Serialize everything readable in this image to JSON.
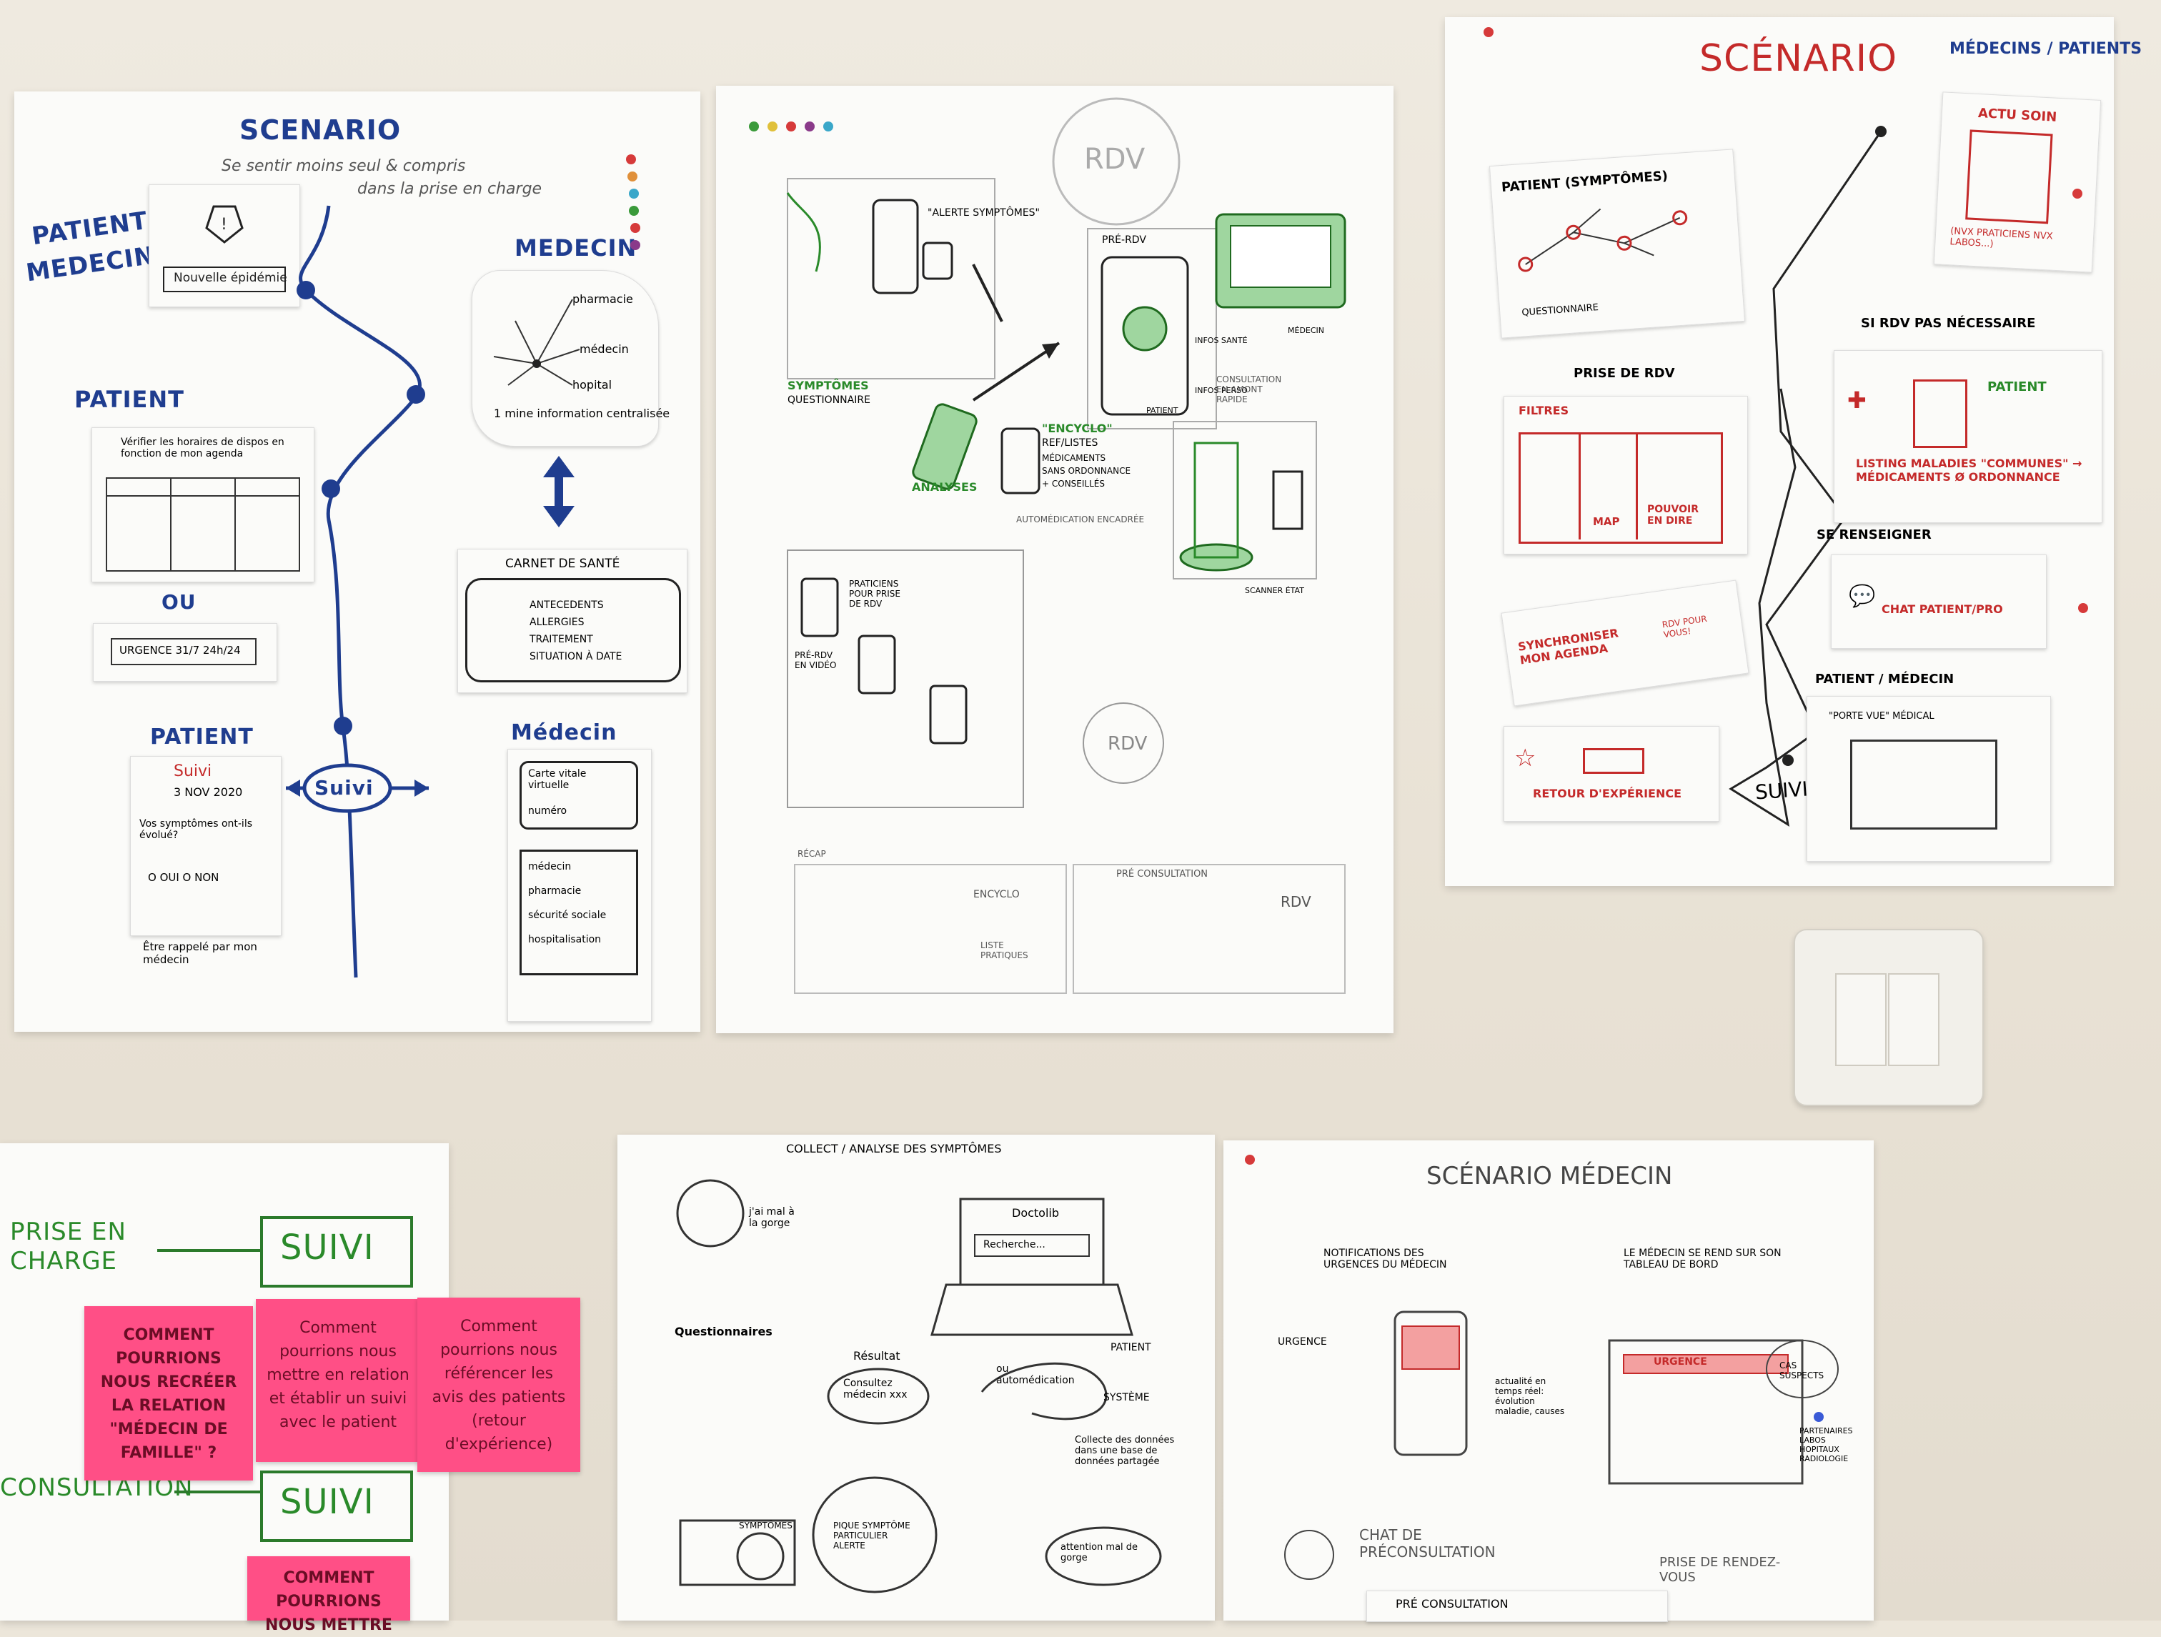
{
  "sheet1": {
    "title": "SCENARIO",
    "subtitle": "Se sentir moins seul & compris",
    "subtitle2": "dans la prise en charge",
    "patient_medecin_1": "PATIENT",
    "patient_medecin_2": "MEDECIN",
    "notif": "Nouvelle épidémie",
    "medecin_top": "MEDECIN",
    "mind": [
      "pharmacie",
      "médecin",
      "hopital"
    ],
    "mind_caption": "1 mine information centralisée",
    "patient_label": "PATIENT",
    "patient_note": "Vérifier les horaires de dispos en fonction de mon agenda",
    "ou": "OU",
    "urgence": "URGENCE 31/7 24h/24",
    "carnet": "CARNET DE SANTÉ",
    "carnet_items": [
      "ANTECEDENTS",
      "ALLERGIES",
      "TRAITEMENT",
      "SITUATION À DATE"
    ],
    "patient_suivi": "PATIENT",
    "suivi_word": "Suivi",
    "suivi_date": "3 NOV 2020",
    "suivi_q": "Vos symptômes ont-ils évolué?",
    "suivi_opts": "O OUI  O NON",
    "suivi_caption": "Être rappelé par mon médecin",
    "suivi_center": "Suivi",
    "medecin_bottom": "Médecin",
    "card_label": "Carte vitale virtuelle",
    "card_num": "numéro",
    "list_items": [
      "médecin",
      "pharmacie",
      "sécurité sociale",
      "hospitalisation"
    ]
  },
  "sheet2": {
    "rdv": "RDV",
    "alerte": "\"ALERTE SYMPTÔMES\"",
    "symptomes": "SYMPTÔMES",
    "questionnaire": "QUESTIONNAIRE",
    "analyses": "ANALYSES",
    "encyclo": "\"ENCYCLO\"",
    "ref": "REF/LISTES",
    "ref_items": [
      "MÉDICAMENTS",
      "SANS ORDONNANCE",
      "+ CONSEILLÉS"
    ],
    "automedication": "AUTOMÉDICATION ENCADRÉE",
    "pre_rdv": "PRÉ-RDV",
    "infos_sante": "INFOS SANTÉ",
    "infos_perso": "INFOS PERSO",
    "patient": "PATIENT",
    "medecin": "MÉDECIN",
    "consultation": "CONSULTATION EN AMONT RAPIDE",
    "praticiens": "PRATICIENS POUR PRISE DE RDV",
    "pre_rdv_video": "PRÉ-RDV EN VIDÉO",
    "rdv_circle": "RDV",
    "scanner": "SCANNER ÉTAT",
    "recap": "RÉCAP",
    "encyclo_b": "ENCYCLO",
    "liste_pratiques": "LISTE PRATIQUES",
    "pre_consult": "PRÉ CONSULTATION",
    "rdv_b": "RDV"
  },
  "sheet3": {
    "title": "SCÉNARIO",
    "subtitle": "MÉDECINS / PATIENTS",
    "actu": "ACTU SOIN",
    "actu_note": "(NVX PRATICIENS NVX LABOS...)",
    "patient_symptomes": "PATIENT (SYMPTÔMES)",
    "questionnaire": "QUESTIONNAIRE",
    "si_rdv": "SI RDV PAS NÉCESSAIRE",
    "patient": "PATIENT",
    "listing": "LISTING MALADIES \"COMMUNES\" → MÉDICAMENTS Ø ORDONNANCE",
    "prise_rdv": "PRISE DE RDV",
    "filtres": "FILTRES",
    "map": "MAP",
    "pouvoir": "POUVOIR EN DIRE",
    "se_renseigner": "SE RENSEIGNER",
    "chat": "CHAT PATIENT/PRO",
    "synchro": "SYNCHRONISER MON AGENDA",
    "rdv_pour_vous": "RDV POUR VOUS!",
    "patient_medecin": "PATIENT / MÉDECIN",
    "porte_vue": "\"PORTE VUE\" MÉDICAL",
    "retour": "RETOUR D'EXPÉRIENCE",
    "suivi": "SUIVI"
  },
  "sheet4": {
    "prise_en_charge": "PRISE EN CHARGE",
    "suivi1": "SUIVI",
    "consultation": "CONSULTATION",
    "suivi2": "SUIVI",
    "pink1": "COMMENT POURRIONS NOUS RECRÉER LA RELATION \"MÉDECIN DE FAMILLE\" ?",
    "pink2": "Comment pourrions nous mettre en relation et établir un suivi avec le patient",
    "pink3": "Comment pourrions nous référencer les avis des patients (retour d'expérience)",
    "pink4": "COMMENT POURRIONS NOUS METTRE"
  },
  "sheet5": {
    "title": "COLLECT / ANALYSE DES SYMPTÔMES",
    "bubble": "j'ai mal à la gorge",
    "doctolib": "Doctolib",
    "search": "Recherche...",
    "questionnaires": "Questionnaires",
    "resultat": "Résultat",
    "consultez": "Consultez médecin xxx",
    "auto": "ou automédication",
    "patient": "PATIENT",
    "systeme": "SYSTÈME",
    "collecte": "Collecte des données dans une base de données partagée",
    "symptomes": "SYMPTÔMES",
    "pique": "PIQUE SYMPTÔME PARTICULIER ALERTE",
    "attention": "attention mal de gorge"
  },
  "sheet6": {
    "title": "SCÉNARIO MÉDECIN",
    "step1": "NOTIFICATIONS DES URGENCES DU MÉDECIN",
    "step2": "LE MÉDECIN SE REND SUR SON TABLEAU DE BORD",
    "urgence": "URGENCE",
    "actualite": "actualité en temps réel: évolution maladie, causes",
    "urgence_box": "URGENCE",
    "cas_suspects": "CAS SUSPECTS",
    "partenaires": "PARTENAIRES LABOS HOPITAUX RADIOLOGIE",
    "step3": "CHAT DE PRÉCONSULTATION",
    "step4": "PRISE DE RENDEZ-VOUS",
    "pre_consult": "PRÉ CONSULTATION"
  }
}
